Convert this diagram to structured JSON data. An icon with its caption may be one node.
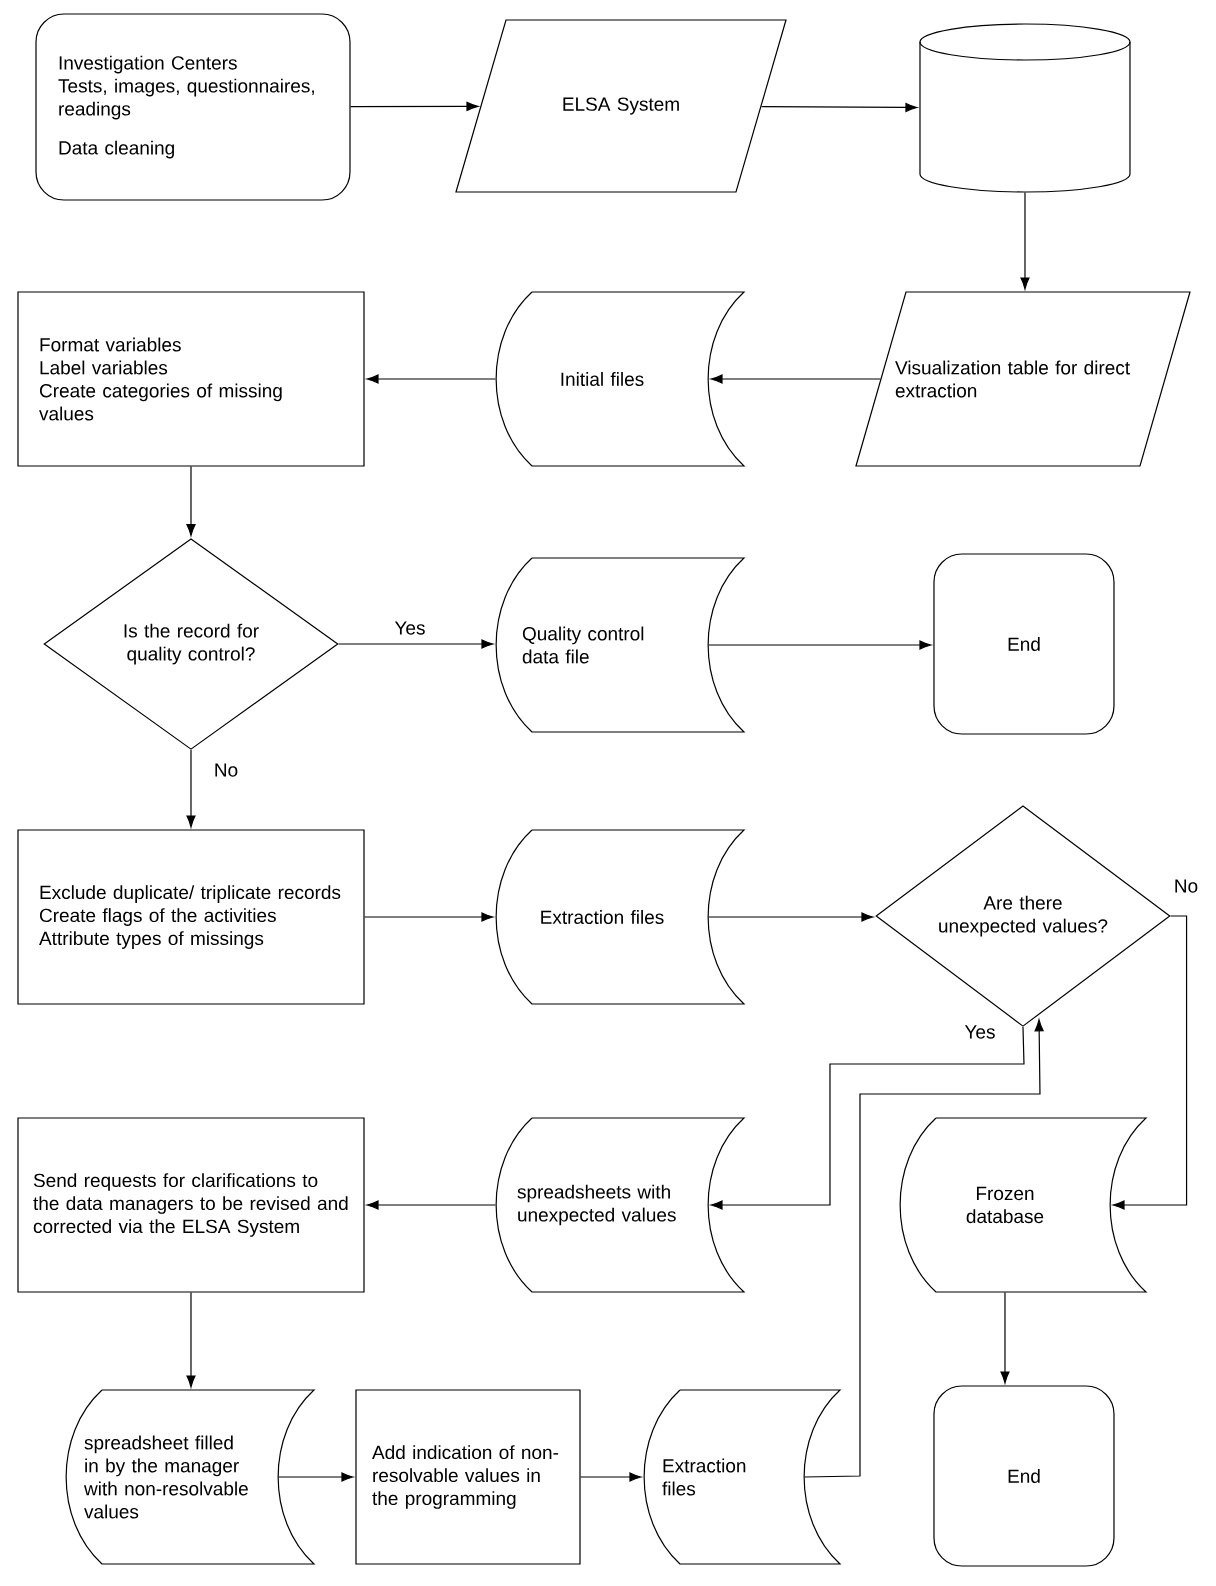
{
  "diagram": {
    "nodes": [
      {
        "text": [
          "Investigation Centers",
          "Tests, images, questionnaires, readings",
          "Data cleaning"
        ]
      },
      {
        "text": [
          "ELSA System"
        ]
      },
      {
        "text": [],
        "shape": "cylinder"
      },
      {
        "text": [
          "Visualization table for direct extraction"
        ]
      },
      {
        "text": [
          "Initial files"
        ]
      },
      {
        "text": [
          "Format variables",
          "Label variables",
          "Create categories of missing values"
        ]
      },
      {
        "text": [
          "Is the record for quality control?"
        ]
      },
      {
        "text": [
          "Quality control data file"
        ]
      },
      {
        "text": [
          "End"
        ]
      },
      {
        "text": [
          "Exclude duplicate/ triplicate records",
          "Create flags of the activities",
          "Attribute types of missings"
        ]
      },
      {
        "text": [
          "Extraction files"
        ]
      },
      {
        "text": [
          "Are there unexpected values?"
        ]
      },
      {
        "text": [
          "spreadsheets with unexpected values"
        ]
      },
      {
        "text": [
          "Send requests for clarifications to the data managers to be revised and corrected via the ELSA System"
        ]
      },
      {
        "text": [
          "Frozen database"
        ]
      },
      {
        "text": [
          "spreadsheet filled in by the manager with non-resolvable values"
        ]
      },
      {
        "text": [
          "Add indication of non-resolvable values in the programming"
        ]
      },
      {
        "text": [
          "Extraction files"
        ]
      },
      {
        "text": [
          "End"
        ]
      }
    ],
    "edges": [
      {
        "from": 0,
        "to": 1,
        "arrow": "to"
      },
      {
        "from": 1,
        "to": 2,
        "arrow": "to"
      },
      {
        "from": 2,
        "to": 3,
        "arrow": "to"
      },
      {
        "from": 3,
        "to": 4,
        "arrow": "to"
      },
      {
        "from": 4,
        "to": 5,
        "arrow": "to"
      },
      {
        "from": 5,
        "to": 6,
        "arrow": "to"
      },
      {
        "from": 6,
        "to": 7,
        "arrow": "to",
        "label": "Yes"
      },
      {
        "from": 7,
        "to": 8,
        "arrow": "to"
      },
      {
        "from": 6,
        "to": 9,
        "arrow": "to",
        "label": "No"
      },
      {
        "from": 9,
        "to": 10,
        "arrow": "to"
      },
      {
        "from": 10,
        "to": 11,
        "arrow": "to"
      },
      {
        "from": 11,
        "to": 14,
        "arrow": "to",
        "label": "No"
      },
      {
        "from": 11,
        "to": 12,
        "arrow": "to",
        "label": "Yes"
      },
      {
        "from": 12,
        "to": 13,
        "arrow": "to"
      },
      {
        "from": 13,
        "to": 15,
        "arrow": "to"
      },
      {
        "from": 15,
        "to": 16,
        "arrow": "to"
      },
      {
        "from": 16,
        "to": 17,
        "arrow": "to"
      },
      {
        "from": 17,
        "to": 11,
        "arrow": "to"
      },
      {
        "from": 14,
        "to": 18,
        "arrow": "to"
      }
    ]
  }
}
